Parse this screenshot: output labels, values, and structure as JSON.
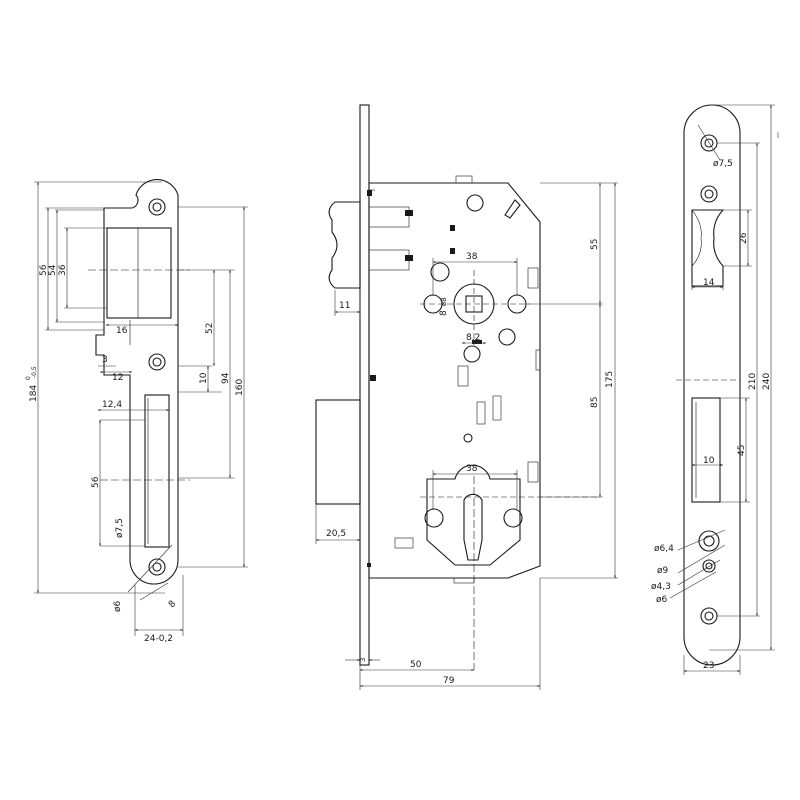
{
  "strike_plate": {
    "dims": {
      "d56": "56",
      "d54": "54",
      "d36": "36",
      "d16": "16",
      "d3": "3",
      "d12": "12",
      "d52": "52",
      "d10": "10",
      "d94": "94",
      "d160": "160",
      "d184": "184",
      "d184_tol_up": "0",
      "d184_tol_dn": "-0,5",
      "d12_4": "12,4",
      "d56b": "56",
      "d7_5": "ø7,5",
      "d6": "ø6",
      "d8": "8",
      "d24": "24-0,2"
    }
  },
  "lock_body": {
    "dims": {
      "d11": "11",
      "d38a": "38",
      "d8a": "8",
      "d28": "ø8",
      "d8b": "8,2",
      "d55": "55",
      "d175": "175",
      "d85": "85",
      "d38b": "38",
      "d20_5": "20,5",
      "d3": "3",
      "d50": "50",
      "d79": "79"
    }
  },
  "faceplate": {
    "dims": {
      "d7_5": "ø7,5",
      "d26": "26",
      "d14": "14",
      "d210": "210",
      "d240": "240",
      "d45": "45",
      "d10": "10",
      "d6_4": "ø6,4",
      "d9": "ø9",
      "d4_3": "ø4,3",
      "d6": "ø6",
      "d23": "23"
    }
  }
}
